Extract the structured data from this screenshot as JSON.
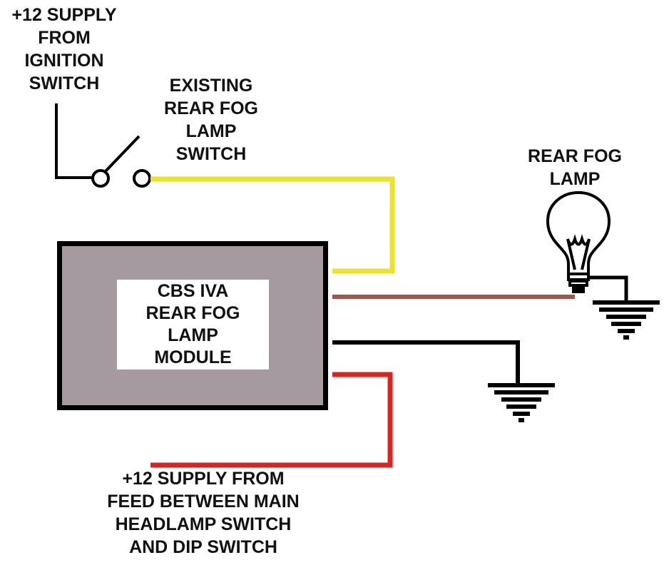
{
  "diagram": {
    "title": "CBS IVA Rear Fog Lamp Module Wiring",
    "labels": {
      "ignition_supply": [
        "+12 SUPPLY",
        "FROM",
        "IGNITION",
        "SWITCH"
      ],
      "fog_switch": [
        "EXISTING",
        "REAR FOG",
        "LAMP",
        "SWITCH"
      ],
      "fog_lamp": [
        "REAR FOG",
        "LAMP"
      ],
      "module": [
        "CBS IVA",
        "REAR FOG",
        "LAMP",
        "MODULE"
      ],
      "headlamp_supply": [
        "+12 SUPPLY FROM",
        "FEED BETWEEN MAIN",
        "HEADLAMP SWITCH",
        "AND DIP SWITCH"
      ]
    },
    "components": [
      {
        "id": "ignition-supply",
        "type": "power-source",
        "label": "+12 SUPPLY FROM IGNITION SWITCH"
      },
      {
        "id": "fog-switch",
        "type": "switch",
        "state": "open",
        "label": "EXISTING REAR FOG LAMP SWITCH"
      },
      {
        "id": "module",
        "type": "module",
        "label": "CBS IVA REAR FOG LAMP MODULE"
      },
      {
        "id": "fog-lamp",
        "type": "lamp",
        "label": "REAR FOG LAMP"
      },
      {
        "id": "lamp-ground",
        "type": "ground"
      },
      {
        "id": "module-ground",
        "type": "ground"
      },
      {
        "id": "headlamp-supply",
        "type": "power-source",
        "label": "+12 SUPPLY FROM FEED BETWEEN MAIN HEADLAMP SWITCH AND DIP SWITCH"
      }
    ],
    "wires": [
      {
        "id": "ignition-to-switch",
        "color_name": "black",
        "color": "#000000",
        "from": "ignition-supply",
        "to": "fog-switch"
      },
      {
        "id": "switch-to-module",
        "color_name": "yellow",
        "color": "#ece22a",
        "from": "fog-switch",
        "to": "module"
      },
      {
        "id": "module-to-lamp",
        "color_name": "brown",
        "color": "#a0574a",
        "from": "module",
        "to": "fog-lamp"
      },
      {
        "id": "lamp-to-ground",
        "color_name": "black",
        "color": "#000000",
        "from": "fog-lamp",
        "to": "lamp-ground"
      },
      {
        "id": "module-to-ground",
        "color_name": "black",
        "color": "#000000",
        "from": "module",
        "to": "module-ground"
      },
      {
        "id": "supply-to-module",
        "color_name": "red",
        "color": "#d9251f",
        "from": "headlamp-supply",
        "to": "module"
      }
    ],
    "colors": {
      "module_fill": "#a49a9f",
      "outline": "#000000",
      "background": "#ffffff"
    }
  }
}
